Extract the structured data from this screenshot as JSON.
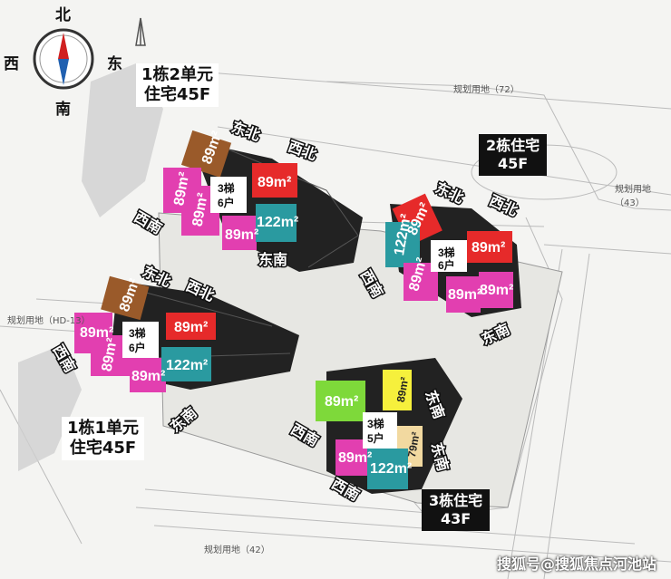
{
  "compass": {
    "north": "北",
    "south": "南",
    "west": "西",
    "east": "东"
  },
  "buildings": {
    "b1u2": {
      "line1": "1栋2单元",
      "line2": "住宅45F"
    },
    "b2": {
      "line1": "2栋住宅",
      "line2": "45F"
    },
    "b1u1": {
      "line1": "1栋1单元",
      "line2": "住宅45F"
    },
    "b3": {
      "line1": "3栋住宅",
      "line2": "43F"
    }
  },
  "units": {
    "u89": "89m²",
    "u122": "122m²",
    "u79": "79m²"
  },
  "cores": {
    "c3t6h": "3梯\n6户",
    "c3t5h": "3梯\n5户"
  },
  "orientation": {
    "dongbei": "东北",
    "xibei": "西北",
    "dongnan": "东南",
    "xinan": "西南"
  },
  "roads": {
    "r72": "规划用地（72）",
    "r43": "规划用地（43）",
    "r42": "规划用地（42）",
    "rW": "规划用地（HD-13）"
  },
  "watermark": "搜狐号@搜狐焦点河池站",
  "colors": {
    "brown": "#9a5a2a",
    "pink": "#e23fb0",
    "red": "#e62a2a",
    "teal": "#2a9aa0",
    "green": "#7ed93a",
    "yellow": "#f6f03c",
    "beige": "#f2d9a0",
    "building": "#222222"
  }
}
